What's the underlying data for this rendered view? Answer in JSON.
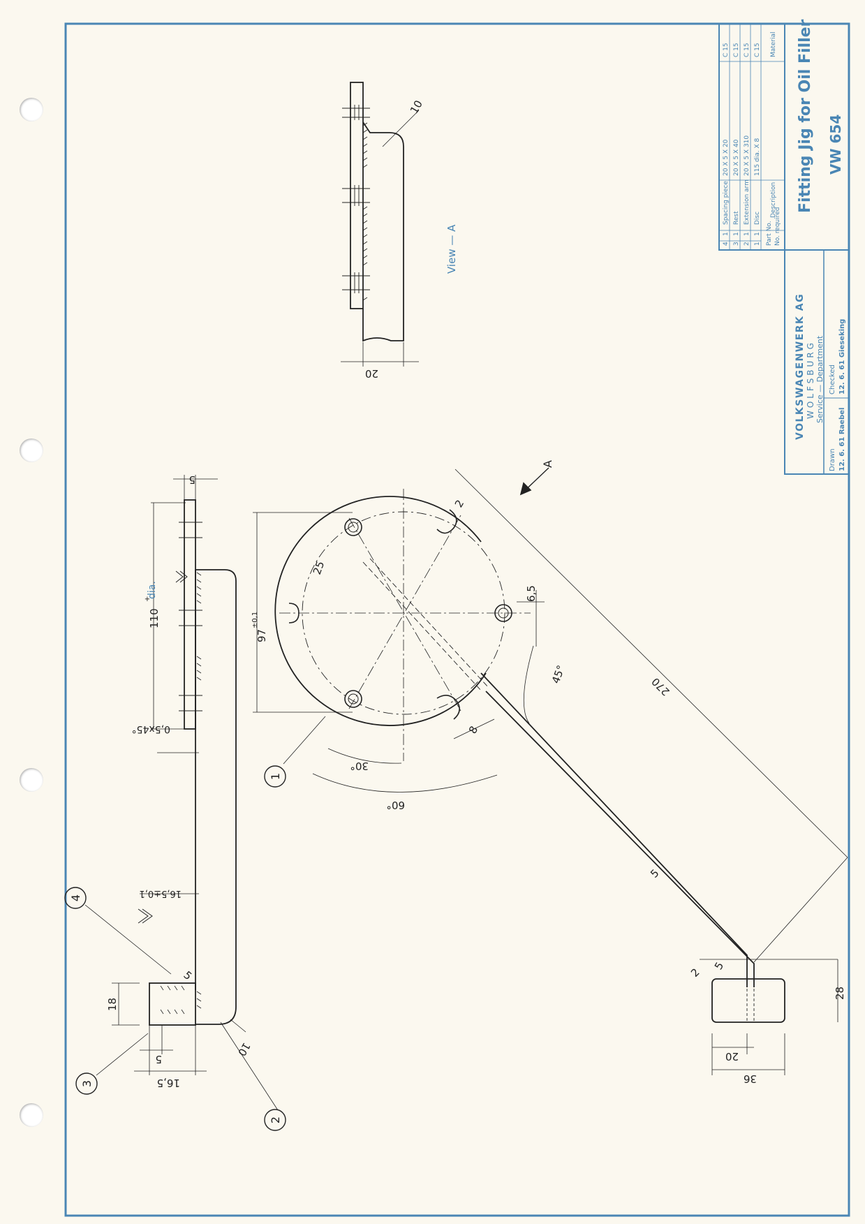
{
  "colors": {
    "paper": "#fbf8ef",
    "frame": "#4a86b4",
    "ink": "#222222"
  },
  "title_block": {
    "company": "VOLKSWAGENWERK AG",
    "city": "WOLFSBURG",
    "department": "Service — Department",
    "drawn_label": "Drawn",
    "drawn_value": "12. 6. 61  Raebel",
    "checked_label": "Checked",
    "checked_value": "12. 6. 61  Gieseking",
    "title": "Fitting Jig for Oil Filler",
    "number": "VW 654"
  },
  "parts_list": {
    "headers": {
      "part_no": "Part No.",
      "no_required": "No. required",
      "description": "Description",
      "material": "Material"
    },
    "rows": [
      {
        "part": "4",
        "qty": "1",
        "description": "Spacing piece",
        "size": "20 X 5 X  20",
        "material": "C 15"
      },
      {
        "part": "3",
        "qty": "1",
        "description": "Rest",
        "size": "20 X 5 X  40",
        "material": "C 15"
      },
      {
        "part": "2",
        "qty": "1",
        "description": "Extension arm",
        "size": "20 X 5 X 310",
        "material": "C 15"
      },
      {
        "part": "1",
        "qty": "1",
        "description": "Disc",
        "size": "115 dia. X  8",
        "material": "C 15"
      }
    ]
  },
  "drawing": {
    "view_label": "View — A",
    "arrow_label": "A",
    "balloons": [
      "1",
      "2",
      "3",
      "4"
    ],
    "dimensions": {
      "dia_110": "110",
      "dia_110_tol": "+",
      "dia_110_suffix": "dia.",
      "d97": "97",
      "d97_tol": "±0,1",
      "d270": "270",
      "d60": "60°",
      "d30": "30°",
      "d45": "45°",
      "d25": "25",
      "d6_5": "6,5",
      "d8": "8",
      "d2_top": "2",
      "d5_side": "5",
      "d5_arm": "5",
      "d5_elbow": "5",
      "d2_elbow": "2",
      "d28": "28",
      "d20": "20",
      "d36": "36",
      "d10_side": "10",
      "d10_view": "10",
      "d20_view": "20",
      "d18": "18",
      "d5_rest": "5",
      "d16_5": "16,5",
      "d16_5_tol": "16,5±0,1",
      "d5_spacer": "5",
      "chamfer": "0,5x45°"
    }
  }
}
